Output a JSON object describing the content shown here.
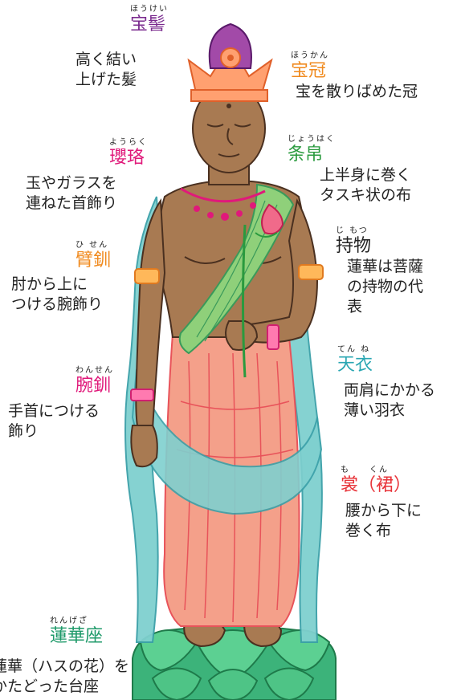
{
  "labels": {
    "houkei": {
      "ruby": "ほうけい",
      "term": "宝髻",
      "color": "#7a2a8e",
      "desc": [
        "高く結い",
        "上げた髪"
      ]
    },
    "houkan": {
      "ruby": "ほうかん",
      "term": "宝冠",
      "color": "#f08a1e",
      "desc": [
        "宝を散りばめた冠"
      ]
    },
    "youraku": {
      "ruby": "ようらく",
      "term": "瓔珞",
      "color": "#e0197a",
      "desc": [
        "玉やガラスを",
        "連ねた首飾り"
      ]
    },
    "jouhaku": {
      "ruby": "じょうはく",
      "term": "条帛",
      "color": "#2a9a3e",
      "desc": [
        "上半身に巻く",
        "タスキ状の布"
      ]
    },
    "hisen": {
      "ruby": "ひ せん",
      "term": "臂釧",
      "color": "#f08a1e",
      "desc": [
        "肘から上に",
        "つける腕飾り"
      ]
    },
    "jimotsu": {
      "ruby": "じ もつ",
      "term": "持物",
      "color": "#222222",
      "desc": [
        "蓮華は菩薩",
        "の持物の代",
        "表"
      ]
    },
    "tenne": {
      "ruby": "てん ね",
      "term": "天衣",
      "color": "#2aa7b3",
      "desc": [
        "両肩にかかる",
        "薄い羽衣"
      ]
    },
    "wansen": {
      "ruby": "わんせん",
      "term": "腕釧",
      "color": "#e0197a",
      "desc": [
        "手首につける",
        "飾り"
      ]
    },
    "mo": {
      "ruby": "も　　くん",
      "term": "裳（裙）",
      "color": "#e8343a",
      "desc": [
        "腰から下に",
        "巻く布"
      ]
    },
    "rengeza": {
      "ruby": "れんげざ",
      "term": "蓮華座",
      "color": "#1f9a6a",
      "desc": [
        "蓮華（ハスの花）を",
        "かたどった台座"
      ]
    }
  },
  "colors": {
    "skin": "#a87a52",
    "skin_line": "#4a3020",
    "robe": "#f4a08a",
    "robe_line": "#e8535a",
    "scarf": "#7fd0cf",
    "scarf_line": "#3aa0a8",
    "sash": "#8fd07a",
    "sash_line": "#3a9a5a",
    "crown": "#ffa070",
    "crown_line": "#e0602a",
    "hair": "#a24aa8",
    "pedestal": "#3cb37a"
  }
}
